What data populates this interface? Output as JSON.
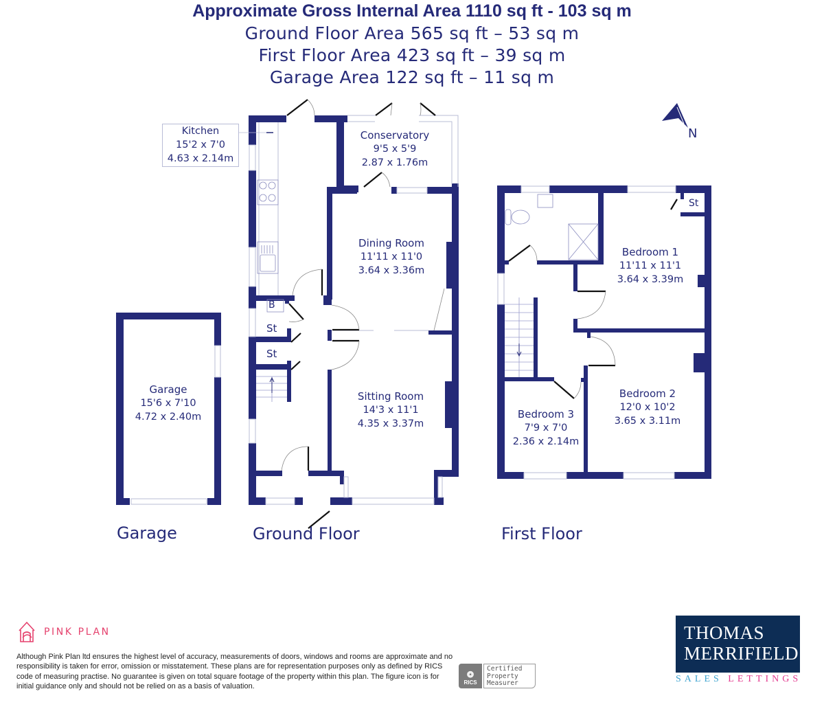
{
  "header": {
    "title": "Approximate Gross Internal Area 1110 sq ft - 103 sq m",
    "areas": [
      "Ground Floor Area 565 sq ft – 53 sq m",
      "First Floor Area 423 sq ft – 39 sq m",
      "Garage Area 122 sq ft – 11 sq m"
    ]
  },
  "colors": {
    "wall": "#252a78",
    "text": "#252a78",
    "window": "#b9bcd6",
    "pink_plan": "#e5416d",
    "tm_navy": "#0d2d55",
    "tm_sales": "#3da3d0",
    "tm_lettings": "#e3398f"
  },
  "compass": {
    "label": "N"
  },
  "floors": {
    "garage": {
      "label": "Garage"
    },
    "ground": {
      "label": "Ground Floor"
    },
    "first": {
      "label": "First Floor"
    }
  },
  "rooms": {
    "kitchen": {
      "name": "Kitchen",
      "imperial": "15'2 x 7'0",
      "metric": "4.63 x 2.14m"
    },
    "conservatory": {
      "name": "Conservatory",
      "imperial": "9'5 x 5'9",
      "metric": "2.87 x 1.76m"
    },
    "dining": {
      "name": "Dining Room",
      "imperial": "11'11 x 11'0",
      "metric": "3.64 x 3.36m"
    },
    "sitting": {
      "name": "Sitting Room",
      "imperial": "14'3 x 11'1",
      "metric": "4.35 x 3.37m"
    },
    "garage": {
      "name": "Garage",
      "imperial": "15'6 x 7'10",
      "metric": "4.72 x 2.40m"
    },
    "bedroom1": {
      "name": "Bedroom 1",
      "imperial": "11'11 x 11'1",
      "metric": "3.64 x 3.39m"
    },
    "bedroom2": {
      "name": "Bedroom 2",
      "imperial": "12'0 x 10'2",
      "metric": "3.65 x 3.11m"
    },
    "bedroom3": {
      "name": "Bedroom 3",
      "imperial": "7'9 x 7'0",
      "metric": "2.36 x 2.14m"
    }
  },
  "small_labels": {
    "boiler": "B",
    "store1": "St",
    "store2": "St",
    "store3": "St"
  },
  "footer": {
    "pink_plan": "PINK PLAN",
    "disclaimer": "Although Pink Plan ltd ensures the highest level of accuracy, measurements of doors, windows and rooms are approximate and no responsibility is taken for error, omission or misstatement. These plans are for representation purposes only as defined by RICS code of measuring practise. No guarantee is given on total square footage of the property within this plan. The figure icon is for initial guidance only and should not be relied on as a basis of valuation.",
    "rics": {
      "logo": "RICS",
      "line1": "Certified",
      "line2": "Property",
      "line3": "Measurer"
    },
    "agent": {
      "line1": "THOMAS",
      "line2": "MERRIFIELD",
      "sales": "SALES",
      "lettings": "LETTINGS"
    }
  }
}
